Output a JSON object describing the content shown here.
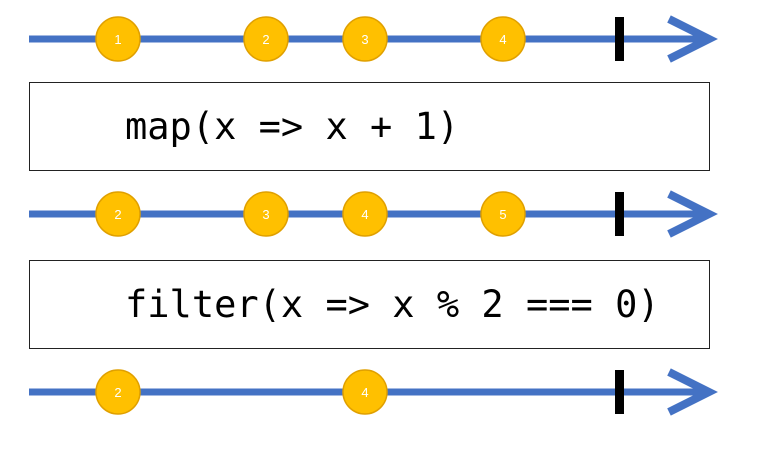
{
  "colors": {
    "timeline": "#4472c4",
    "marble_fill": "#ffc000",
    "marble_stroke": "#e0a000",
    "completion": "#000000"
  },
  "timelines": [
    {
      "marbles": [
        "1",
        "2",
        "3",
        "4"
      ]
    },
    {
      "marbles": [
        "2",
        "3",
        "4",
        "5"
      ]
    },
    {
      "marbles": [
        "2",
        "4"
      ]
    }
  ],
  "operators": [
    {
      "code": "map(x => x + 1)"
    },
    {
      "code": "filter(x => x % 2 === 0)"
    }
  ]
}
